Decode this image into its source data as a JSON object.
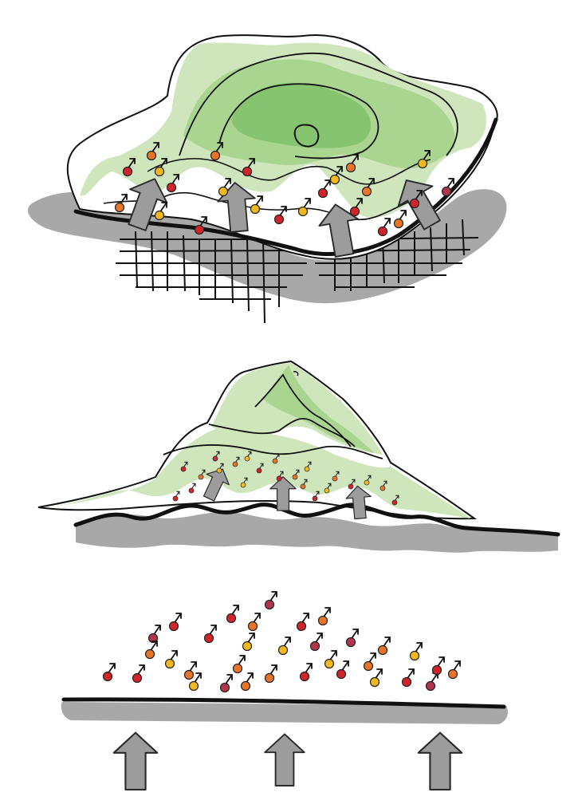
{
  "colors": {
    "background": "#ffffff",
    "outline": "#111111",
    "ground_shadow": "#a8a8a8",
    "green_light": "#cfe6bd",
    "green_mid": "#a9d590",
    "green_dark": "#86c46f",
    "arrow_fill": "#9c9c9c",
    "particle_red": "#d2232a",
    "particle_dark_red": "#b0344a",
    "particle_orange": "#e8742a",
    "particle_yellow": "#f2b81c"
  },
  "icons": {
    "particle": "particle-dot-with-arrow-icon",
    "uplift": "up-arrow-icon"
  },
  "panels": [
    {
      "name": "dome-panel"
    },
    {
      "name": "peak-panel"
    },
    {
      "name": "flat-panel"
    }
  ]
}
